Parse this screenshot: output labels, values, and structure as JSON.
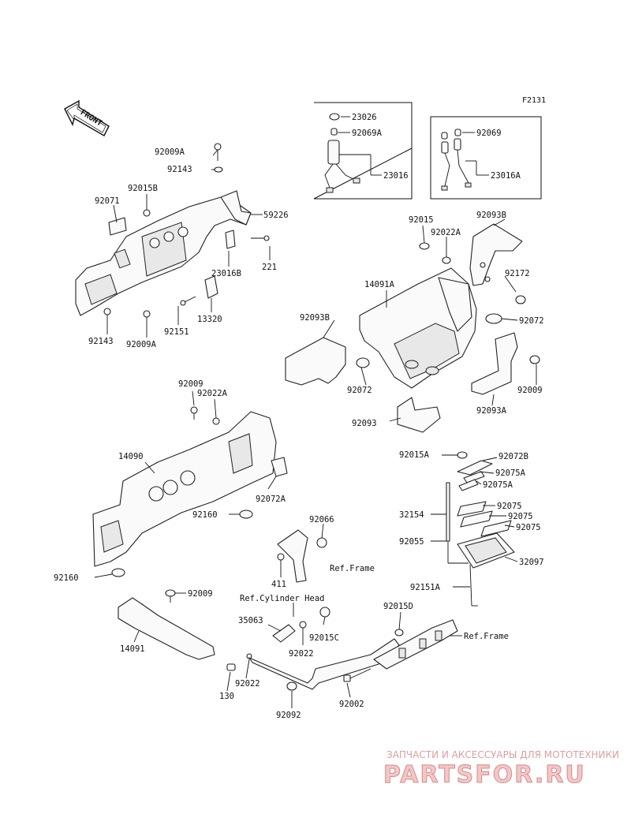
{
  "figure_code": "F2131",
  "front_label": "FRONT",
  "labels": {
    "l_92009A_top": "92009A",
    "l_92143_top": "92143",
    "l_92015B": "92015B",
    "l_92071": "92071",
    "l_59226": "59226",
    "l_221": "221",
    "l_23016B": "23016B",
    "l_13320": "13320",
    "l_92151": "92151",
    "l_92143_bot": "92143",
    "l_92009A_bot": "92009A",
    "l_23026": "23026",
    "l_92069A": "92069A",
    "l_23016": "23016",
    "l_92069": "92069",
    "l_23016A": "23016A",
    "l_92015": "92015",
    "l_92022A_r": "92022A",
    "l_92093B_r": "92093B",
    "l_92172": "92172",
    "l_14091A": "14091A",
    "l_92072_r": "92072",
    "l_92093B_l": "92093B",
    "l_92009_r": "92009",
    "l_92072_m": "92072",
    "l_92093A": "92093A",
    "l_92093": "92093",
    "l_92009_m": "92009",
    "l_92022A_m": "92022A",
    "l_14090": "14090",
    "l_92072A": "92072A",
    "l_92160_a": "92160",
    "l_92160_b": "92160",
    "l_92015A": "92015A",
    "l_92072B": "92072B",
    "l_92075A_1": "92075A",
    "l_92075A_2": "92075A",
    "l_32154": "32154",
    "l_92075_1": "92075",
    "l_92075_2": "92075",
    "l_92075_3": "92075",
    "l_92055": "92055",
    "l_32097": "32097",
    "l_92151A": "92151A",
    "l_92066": "92066",
    "l_ref_frame_1": "Ref.Frame",
    "l_411": "411",
    "l_92009_b": "92009",
    "l_ref_cyl": "Ref.Cylinder Head",
    "l_92015D": "92015D",
    "l_35063": "35063",
    "l_92015C": "92015C",
    "l_ref_frame_2": "Ref.Frame",
    "l_14091": "14091",
    "l_92022_a": "92022",
    "l_92022_b": "92022",
    "l_130": "130",
    "l_92092": "92092",
    "l_92002": "92002"
  },
  "watermark": {
    "subtitle": "ЗАПЧАСТИ И АКСЕССУАРЫ ДЛЯ МОТОТЕХНИКИ",
    "brand": "PARTSFOR.RU"
  }
}
